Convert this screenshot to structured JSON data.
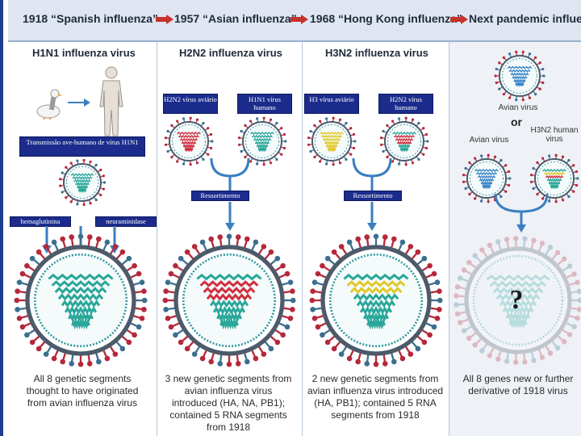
{
  "header": {
    "eras": [
      "1918 “Spanish influenza”",
      "1957 “Asian influenza”",
      "1968 “Hong Kong influenza”",
      "Next pandemic influenza"
    ]
  },
  "columns": {
    "c1": {
      "title": "H1N1 influenza virus",
      "note": "All 8 genetic segments thought to have originated from avian influenza virus"
    },
    "c2": {
      "title": "H2N2 influenza virus",
      "note": "3 new genetic segments from avian influenza virus introduced (HA, NA, PB1); contained 5 RNA segments from 1918"
    },
    "c3": {
      "title": "H3N2 influenza virus",
      "note": "2 new genetic segments from avian influenza virus introduced (HA, PB1); contained 5 RNA segments from 1918"
    },
    "c4": {
      "note": "All 8 genes new or further derivative of 1918 virus"
    }
  },
  "tags": {
    "transmissao": "Transmissão ave-humano de vírus H1N1",
    "hemaglutinina": "hemaglutinina",
    "neuraminidase": "neuraminidase",
    "h2n2_aviario": "H2N2 vírus aviário",
    "h1n1_humano": "H1N1 vírus humano",
    "h3_aviario": "H3 vírus aviário",
    "h2n2_humano": "H2N2 vírus humano",
    "rearranjo1": "Ressortimento",
    "rearranjo2": "Ressortimento"
  },
  "next": {
    "avian_virus_top": "Avian virus",
    "or": "or",
    "avian_virus": "Avian virus",
    "h3n2_human": "H3N2 human virus",
    "question": "?"
  },
  "colors": {
    "accent_blue": "#1e3d8f",
    "arrow_red": "#c8322c",
    "spike_red": "#b5283a",
    "envelope_teal": "#2f9aa0",
    "rna_teal": "#2aa79a",
    "rna_red": "#d13040",
    "rna_yellow": "#e0c92a",
    "rna_blue": "#3a86c8",
    "arrow_blue": "#3a7fc0"
  }
}
